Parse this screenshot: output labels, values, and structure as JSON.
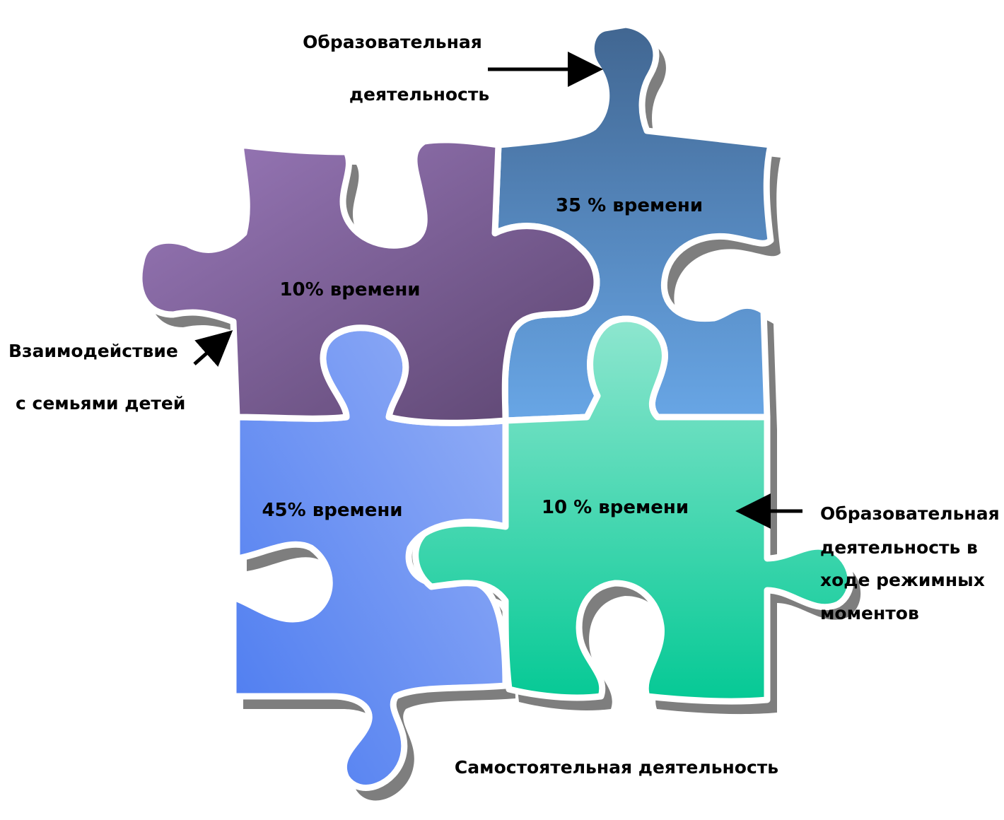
{
  "pieces": [
    {
      "id": "purple",
      "label": "10% времени",
      "gradient": [
        "#9a79ba",
        "#5c4570"
      ]
    },
    {
      "id": "dark-blue",
      "label": "35 % времени",
      "gradient": [
        "#416691",
        "#68a6e6"
      ]
    },
    {
      "id": "light-blue",
      "label": "45% времени",
      "gradient": [
        "#96b0f6",
        "#4a7af0"
      ]
    },
    {
      "id": "green",
      "label": "10 % времени",
      "gradient": [
        "#8ee6cf",
        "#05c995"
      ]
    }
  ],
  "annotations": {
    "top_line1": "Образовательная",
    "top_line2": "деятельность",
    "left_line1": "Взаимодействие",
    "left_line2": "с семьями детей",
    "right_line1": "Образовательная",
    "right_line2": "деятельность в",
    "right_line3": "ходе режимных",
    "right_line4": "моментов",
    "bottom": "Самостоятельная деятельность"
  }
}
